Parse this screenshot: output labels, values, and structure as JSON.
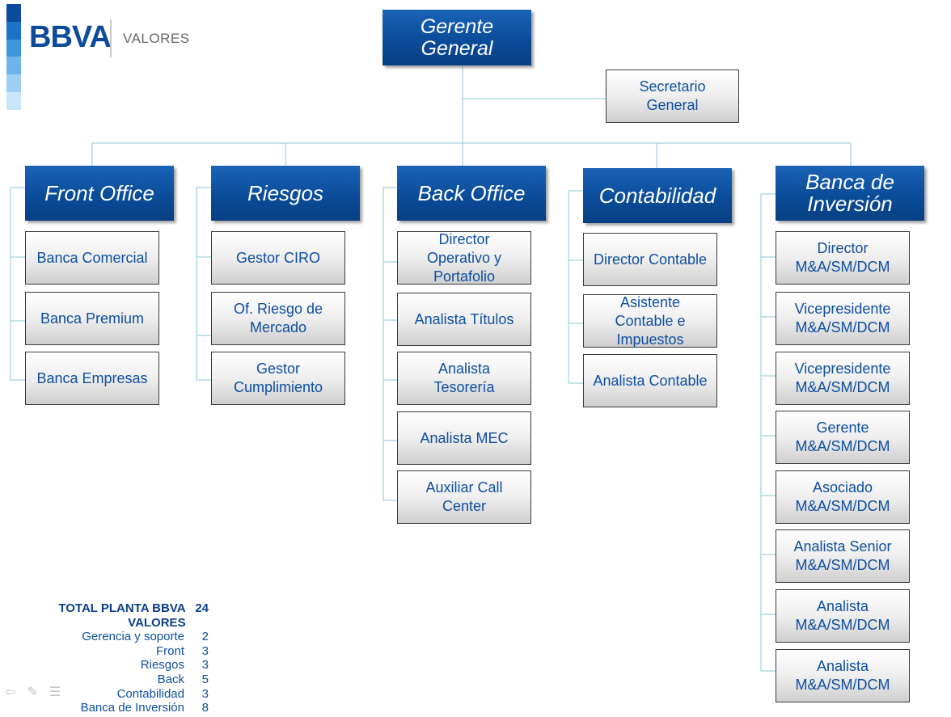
{
  "brand": {
    "logo_text": "BBVA",
    "sub_text": "VALORES",
    "strip_colors": [
      "#0b4a9c",
      "#1a73c9",
      "#3d95dd",
      "#6db4ea",
      "#9ccff3",
      "#c9e6fa"
    ]
  },
  "org": {
    "ceo": "Gerente General",
    "secretary": "Secretario General",
    "departments": [
      {
        "title": "Front Office",
        "roles": [
          "Banca Comercial",
          "Banca Premium",
          "Banca Empresas"
        ]
      },
      {
        "title": "Riesgos",
        "roles": [
          "Gestor CIRO",
          "Of. Riesgo de Mercado",
          "Gestor Cumplimiento"
        ]
      },
      {
        "title": "Back Office",
        "roles": [
          "Director Operativo y Portafolio",
          "Analista Títulos",
          "Analista Tesorería",
          "Analista MEC",
          "Auxiliar Call Center"
        ]
      },
      {
        "title": "Contabilidad",
        "roles": [
          "Director Contable",
          "Asistente Contable e Impuestos",
          "Analista Contable"
        ]
      },
      {
        "title": "Banca de Inversión",
        "roles": [
          "Director M&A/SM/DCM",
          "Vicepresidente M&A/SM/DCM",
          "Vicepresidente M&A/SM/DCM",
          "Gerente M&A/SM/DCM",
          "Asociado M&A/SM/DCM",
          "Analista Senior M&A/SM/DCM",
          "Analista M&A/SM/DCM",
          "Analista M&A/SM/DCM"
        ]
      }
    ]
  },
  "summary": {
    "total_label": "TOTAL PLANTA BBVA VALORES",
    "total_value": "24",
    "rows": [
      {
        "label": "Gerencia y soporte",
        "value": "2"
      },
      {
        "label": "Front",
        "value": "3"
      },
      {
        "label": "Riesgos",
        "value": "3"
      },
      {
        "label": "Back",
        "value": "5"
      },
      {
        "label": "Contabilidad",
        "value": "3"
      },
      {
        "label": "Banca de Inversión",
        "value": "8"
      }
    ]
  },
  "colors": {
    "header_blue": "#0a4c99",
    "text_blue": "#0f4fa0",
    "connector": "#9fd0de"
  }
}
